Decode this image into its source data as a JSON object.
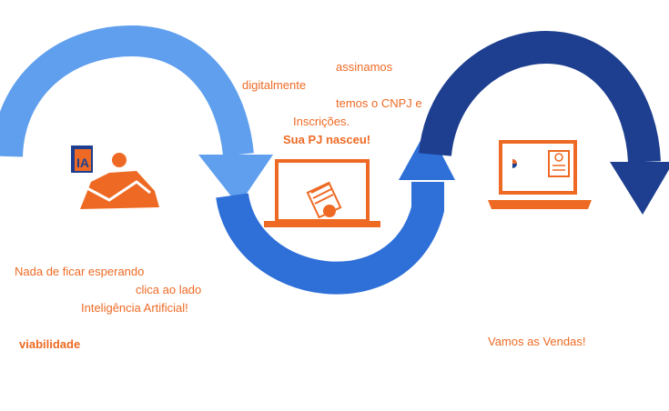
{
  "colors": {
    "orange": "#ee6a24",
    "arrow_light": "#5f9fee",
    "arrow_mid": "#2e6fd8",
    "arrow_dark": "#1e3f8f"
  },
  "icons": [
    "ai-image-icon",
    "laptop-document-icon",
    "laptop-payment-icon"
  ],
  "step1": {
    "line1": "Nada de ficar esperando",
    "line2": "clica ao lado",
    "line3": "Inteligência Artificial!",
    "label": "viabilidade",
    "badge": "IA"
  },
  "step2": {
    "line1": "assinamos",
    "line2": "digitalmente",
    "line3": "temos o CNPJ e",
    "line4": "Inscrições.",
    "highlight": "Sua PJ nasceu!"
  },
  "step3": {
    "text": "Vamos as Vendas!"
  }
}
